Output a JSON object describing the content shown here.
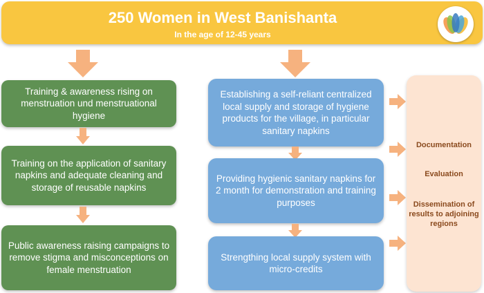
{
  "header": {
    "title": "250 Women in West Banishanta",
    "subtitle": "In the age of 12-45 years"
  },
  "left_column": [
    {
      "text": "Training & awareness rising on menstruation und menstruational hygiene"
    },
    {
      "text": "Training on the application of sanitary napkins and adequate cleaning and storage of reusable napkins"
    },
    {
      "text": "Public awareness raising campaigns to remove stigma and misconceptions on female menstruation"
    }
  ],
  "middle_column": [
    {
      "text": "Establishing a self-reliant centralized local supply and storage of hygiene products for the village, in particular sanitary napkins"
    },
    {
      "text": "Providing hygienic sanitary napkins for 2 month for demonstration and training purposes"
    },
    {
      "text": "Strengthing local supply system with micro-credits"
    }
  ],
  "right_panel": {
    "items": [
      {
        "text": "Documentation"
      },
      {
        "text": "Evaluation"
      },
      {
        "text": "Dissemination of results to adjoining regions"
      }
    ]
  },
  "colors": {
    "header": "#f9c640",
    "green_box": "#5f9153",
    "blue_box": "#76aadb",
    "side_panel": "#fde4d2",
    "arrow": "#f6b27f",
    "side_text": "#8a4a1e"
  },
  "icons": {
    "logo": "lotus-logo-icon",
    "connector": "arrow-icon"
  }
}
